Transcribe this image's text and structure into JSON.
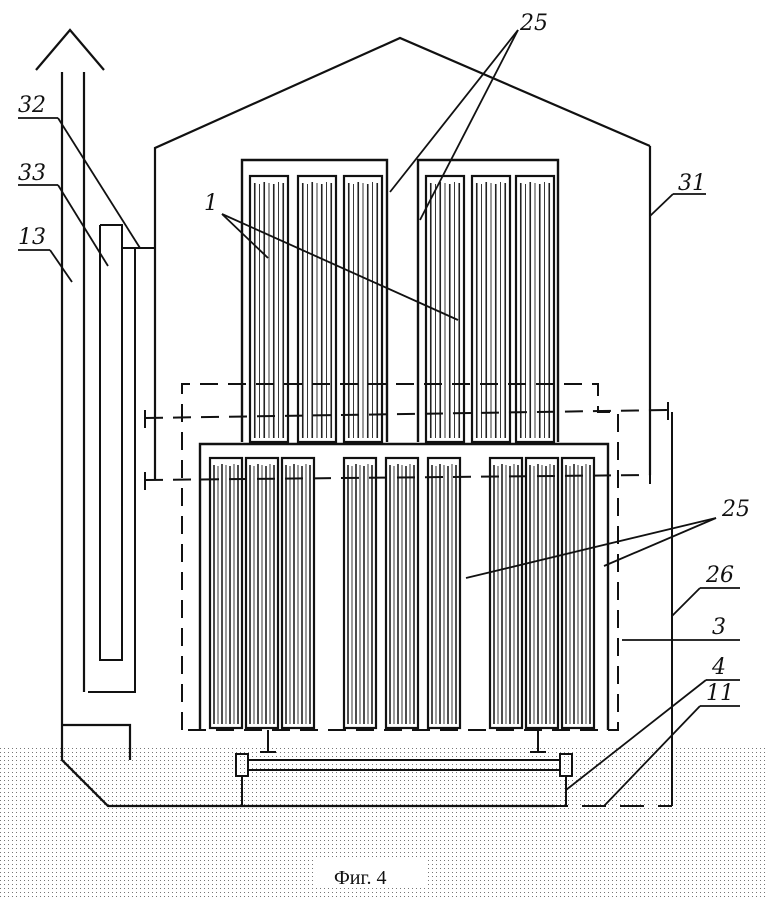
{
  "figure": {
    "caption": "Фиг. 4",
    "labels": {
      "l25_top": "25",
      "l32": "32",
      "l33": "33",
      "l13": "13",
      "l1": "1",
      "l31": "31",
      "l25_right": "25",
      "l26": "26",
      "l3": "3",
      "l4": "4",
      "l11": "11"
    }
  }
}
